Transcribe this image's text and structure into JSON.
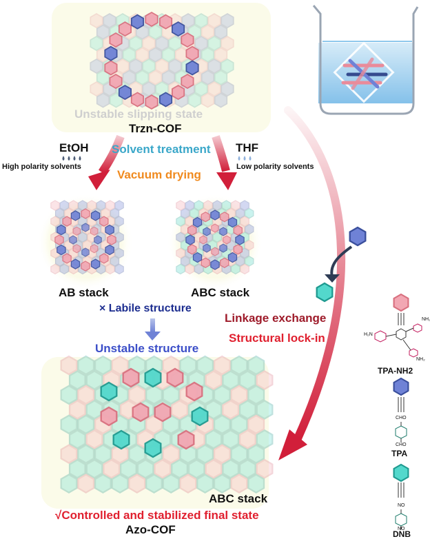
{
  "top": {
    "state": "Unstable slipping state",
    "name": "Trzn-COF"
  },
  "left_solvent": {
    "name": "EtOH",
    "desc": "High polarity solvents"
  },
  "right_solvent": {
    "name": "THF",
    "desc": "Low polarity solvents"
  },
  "treatment": {
    "step1": "Solvent treatment",
    "step2": "Vacuum drying"
  },
  "middle": {
    "ab_label": "AB stack",
    "abc_label": "ABC stack",
    "labile": "× Labile structure",
    "unstable": "Unstable structure"
  },
  "exchange": {
    "line1": "Linkage exchange",
    "line2": "Structural lock-in"
  },
  "bottom": {
    "stack_label": "ABC stack",
    "final_state": "√Controlled and stabilized final state",
    "name": "Azo-COF"
  },
  "legend": {
    "tpa_nh2": "TPA-NH2",
    "tpa": "TPA",
    "dnb": "DNB",
    "chem": {
      "h2n": "H₂N",
      "nh2": "NH₂",
      "cho": "CHO",
      "no": "NO"
    }
  },
  "colors": {
    "pink": "#f2a7b3",
    "pink_edge": "#d9707f",
    "blue": "#6f82d6",
    "blue_edge": "#3a4f9c",
    "teal": "#53d8cc",
    "teal_edge": "#1f9a90",
    "panel": "#fbfbe9",
    "arrow_red": "#d11f3a",
    "title_cyan": "#3aa7c9",
    "orange": "#f08a1e",
    "navy": "#1c2d8f",
    "dark_red": "#9e1b2a",
    "bright_red": "#e0202f"
  }
}
